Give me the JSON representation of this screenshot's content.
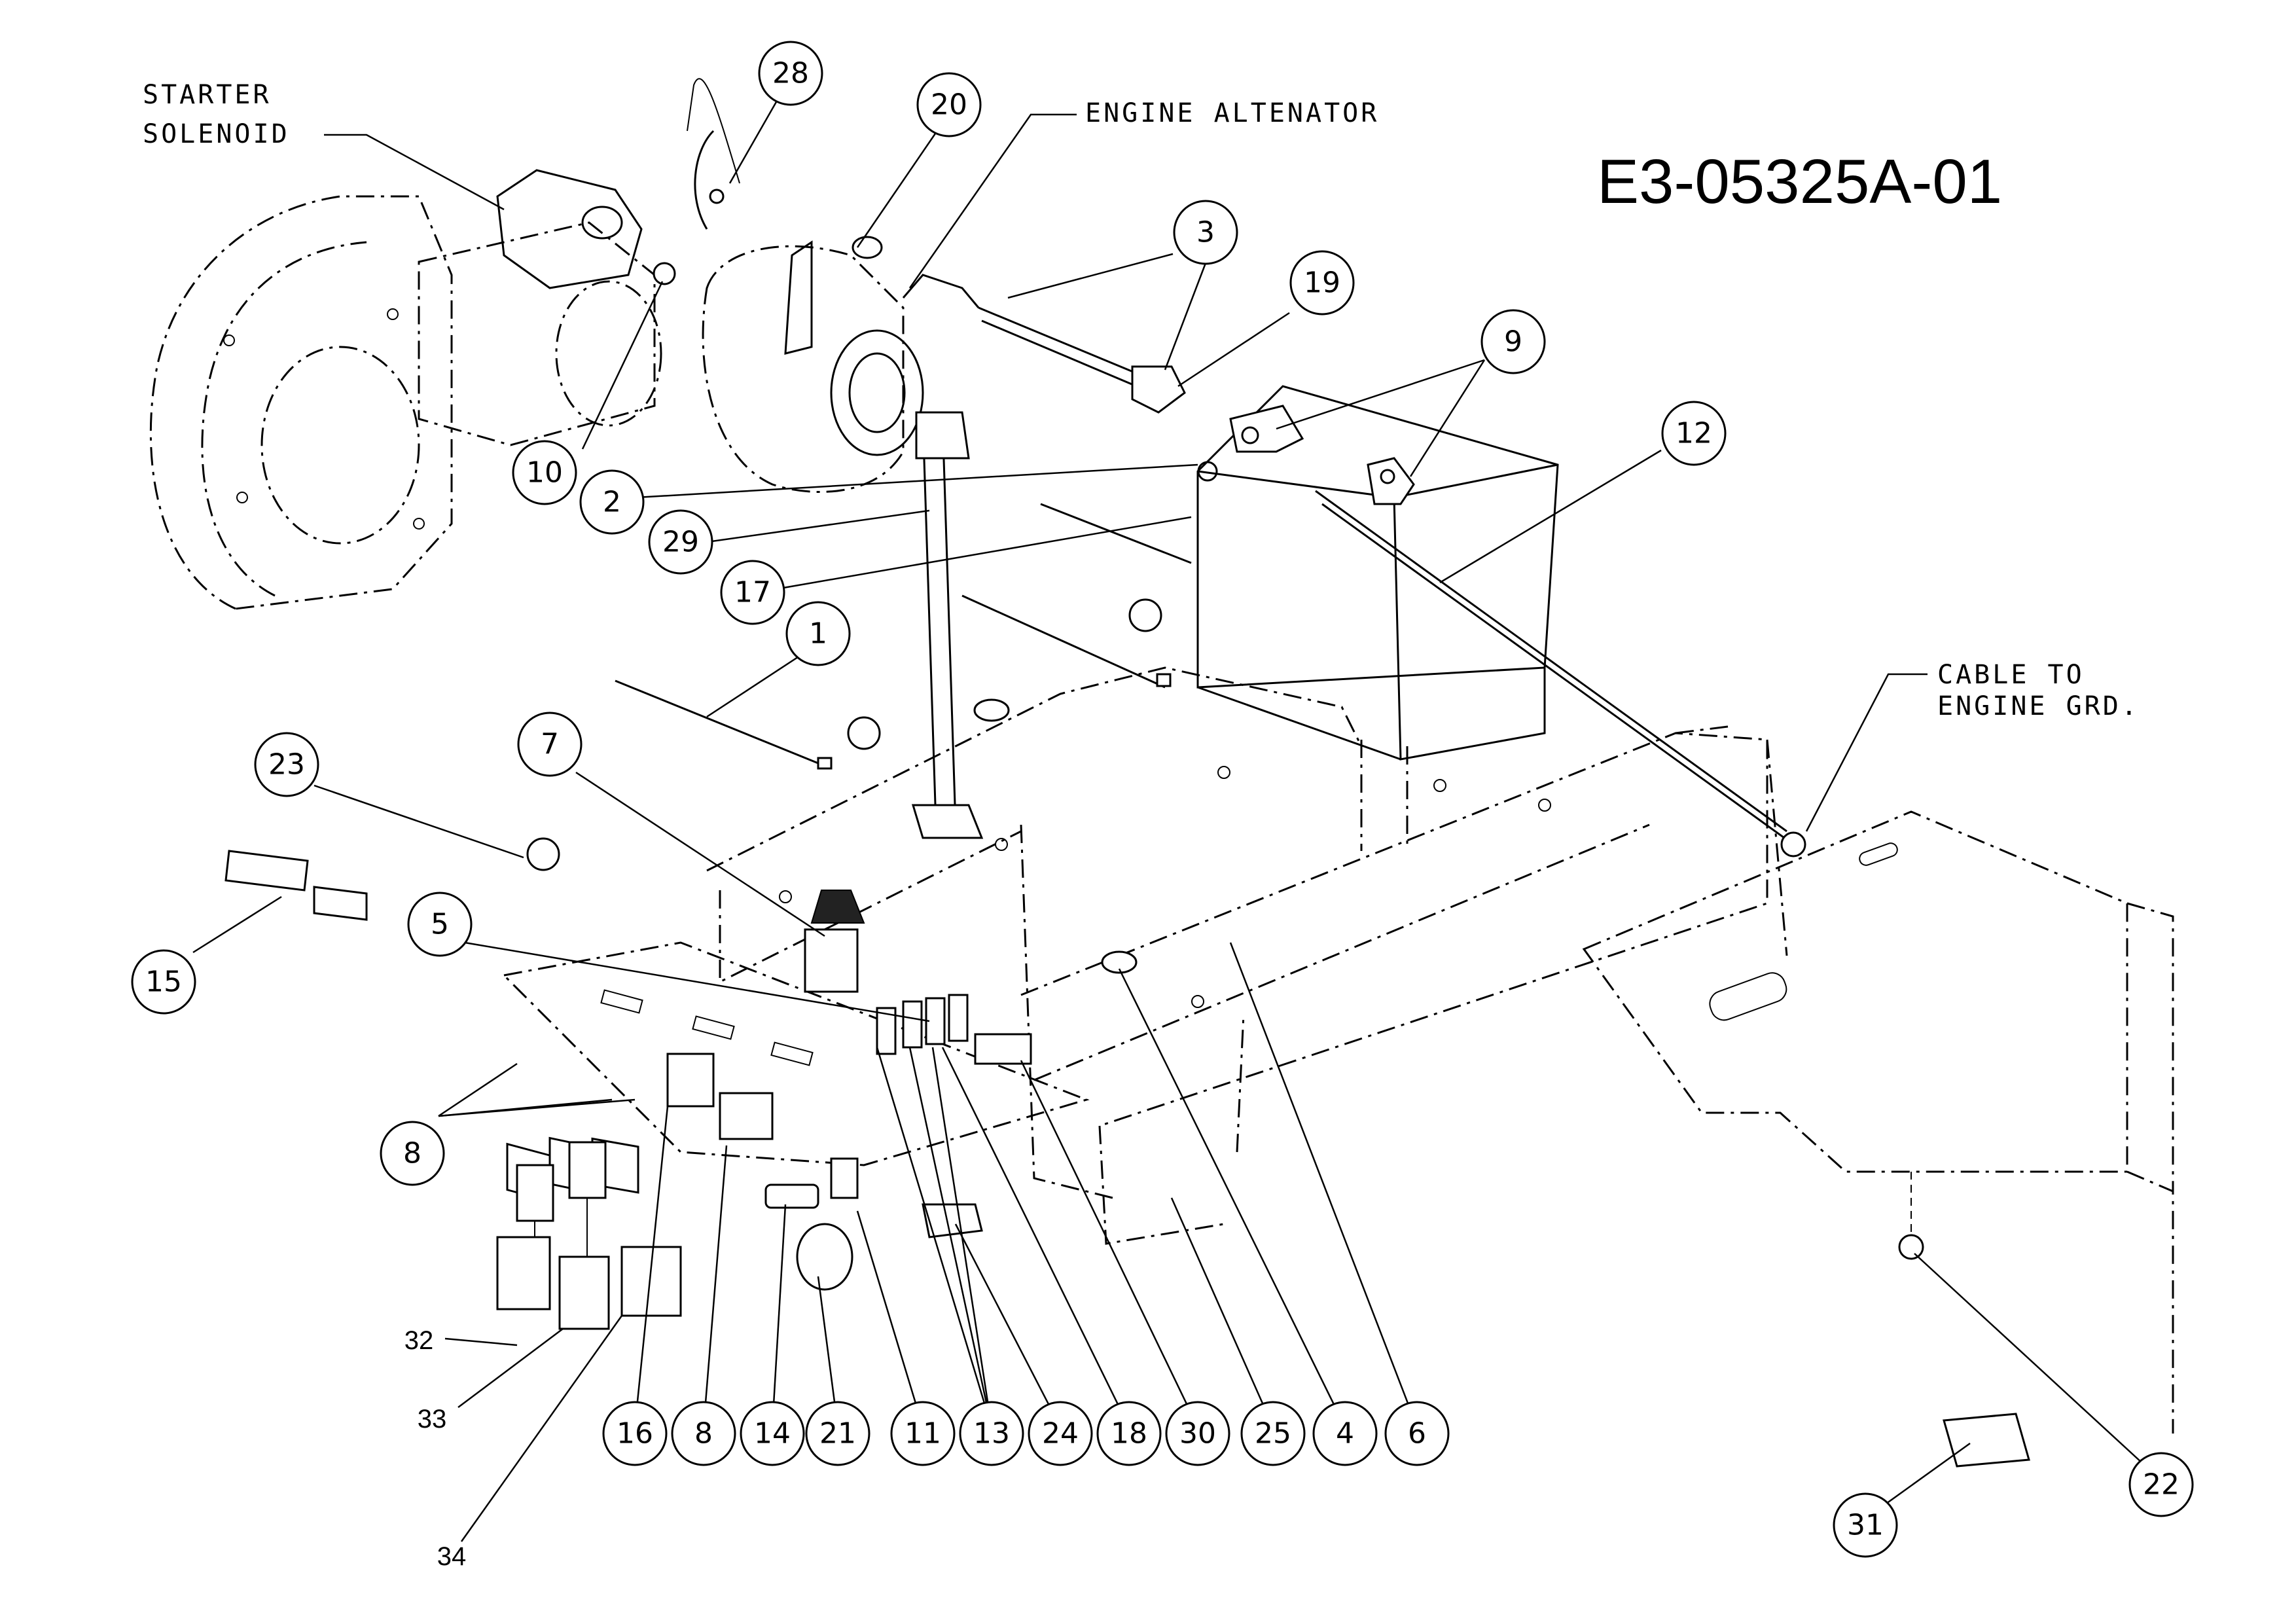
{
  "drawing_number": "E3-05325A-01",
  "labels": {
    "starter_line1": "STARTER",
    "starter_line2": "SOLENOID",
    "alternator": "ENGINE ALTENATOR",
    "cable_line1": "CABLE TO",
    "cable_line2": "ENGINE GRD."
  },
  "callouts": {
    "c28": "28",
    "c20": "20",
    "c3": "3",
    "c19": "19",
    "c9": "9",
    "c12": "12",
    "c10": "10",
    "c2": "2",
    "c29": "29",
    "c17": "17",
    "c1": "1",
    "c7": "7",
    "c23": "23",
    "c15": "15",
    "c5": "5",
    "c8a": "8",
    "c16": "16",
    "c8b": "8",
    "c14": "14",
    "c21": "21",
    "c11": "11",
    "c13": "13",
    "c24": "24",
    "c18": "18",
    "c30": "30",
    "c25": "25",
    "c4": "4",
    "c6": "6",
    "c22": "22",
    "c31": "31",
    "n32": "32",
    "n33": "33",
    "n34": "34"
  }
}
